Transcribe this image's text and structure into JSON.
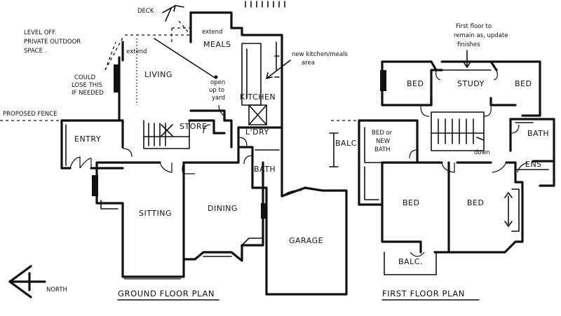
{
  "notes": {
    "deck": "DECK",
    "level_off": [
      "LEVEL OFF.",
      "PRIVATE OUTDOOR",
      "SPACE ."
    ],
    "could_lose": [
      "COULD",
      "LOSE THIS",
      "IF NEEDED"
    ],
    "proposed_fence": "PROPOSED FENCE",
    "kitchen_note": [
      "new kitchen/meals",
      "area"
    ],
    "open_to_yard": [
      "open",
      "up to",
      "yard"
    ],
    "first_floor_note": [
      "First floor to",
      "remain as, update",
      "finishes"
    ],
    "extend_1": "extend",
    "extend_2": "extend",
    "north": "NORTH"
  },
  "ground_floor": {
    "title": "GROUND FLOOR PLAN",
    "rooms": {
      "meals": "MEALS",
      "living": "LIVING",
      "kitchen": "KITCHEN",
      "store": "STORE",
      "ldry": "L'DRY",
      "entry": "ENTRY",
      "bath": "BATH",
      "sitting": "SITTING",
      "dining": "DINING",
      "garage": "GARAGE"
    }
  },
  "first_floor": {
    "title": "FIRST FLOOR PLAN",
    "rooms": {
      "bed_nw": "BED",
      "study": "STUDY",
      "bed_ne": "BED",
      "bath": "BATH",
      "bed_or_new_bath": [
        "BED or",
        "NEW",
        "BATH"
      ],
      "balc_w": "BALC",
      "ens": "ENS",
      "down": "down",
      "bed_sw": "BED",
      "bed_se": "BED",
      "balc_s": "BALC."
    }
  }
}
